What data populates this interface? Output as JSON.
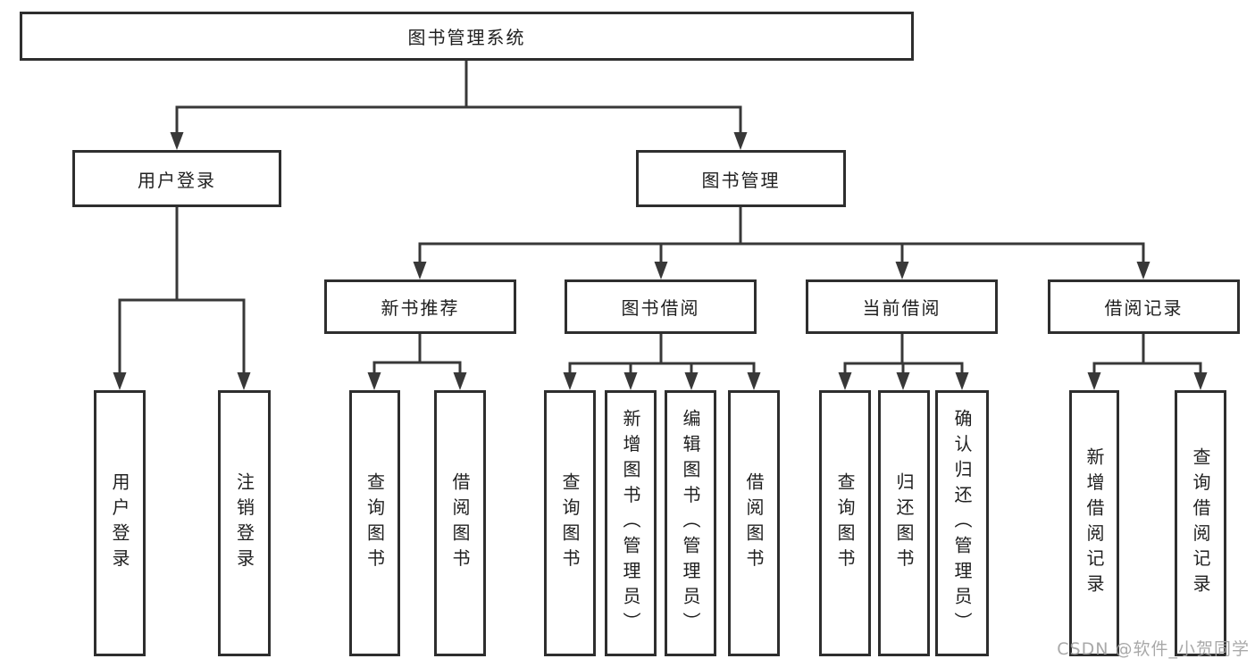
{
  "watermark": "CSDN @软件_小贺同学",
  "colors": {
    "line": "#383838",
    "box_border": "#2e2e2e",
    "box_background": "#ffffff",
    "text": "#1f1f1f",
    "watermark_text": "#a0a0a0"
  },
  "nodes": {
    "root": {
      "label": "图书管理系统"
    },
    "user_login_branch": {
      "label": "用户登录"
    },
    "book_mgmt_branch": {
      "label": "图书管理"
    },
    "new_book_rec": {
      "label": "新书推荐"
    },
    "book_borrow": {
      "label": "图书借阅"
    },
    "current_borrow": {
      "label": "当前借阅"
    },
    "borrow_records": {
      "label": "借阅记录"
    },
    "user_login_leaf": {
      "label": "用户登录"
    },
    "logout_leaf": {
      "label": "注销登录"
    },
    "query_books_1": {
      "label": "查询图书"
    },
    "borrow_books_1": {
      "label": "借阅图书"
    },
    "query_books_2": {
      "label": "查询图书"
    },
    "add_books": {
      "label": "新增图书（管理员）"
    },
    "edit_books": {
      "label": "编辑图书（管理员）"
    },
    "borrow_books_2": {
      "label": "借阅图书"
    },
    "query_books_3": {
      "label": "查询图书"
    },
    "return_books": {
      "label": "归还图书"
    },
    "confirm_return": {
      "label": "确认归还（管理员）"
    },
    "add_borrow_record": {
      "label": "新增借阅记录"
    },
    "query_borrow_record": {
      "label": "查询借阅记录"
    }
  },
  "hierarchy": {
    "图书管理系统": {
      "用户登录": [
        "用户登录",
        "注销登录"
      ],
      "图书管理": {
        "新书推荐": [
          "查询图书",
          "借阅图书"
        ],
        "图书借阅": [
          "查询图书",
          "新增图书（管理员）",
          "编辑图书（管理员）",
          "借阅图书"
        ],
        "当前借阅": [
          "查询图书",
          "归还图书",
          "确认归还（管理员）"
        ],
        "借阅记录": [
          "新增借阅记录",
          "查询借阅记录"
        ]
      }
    }
  }
}
